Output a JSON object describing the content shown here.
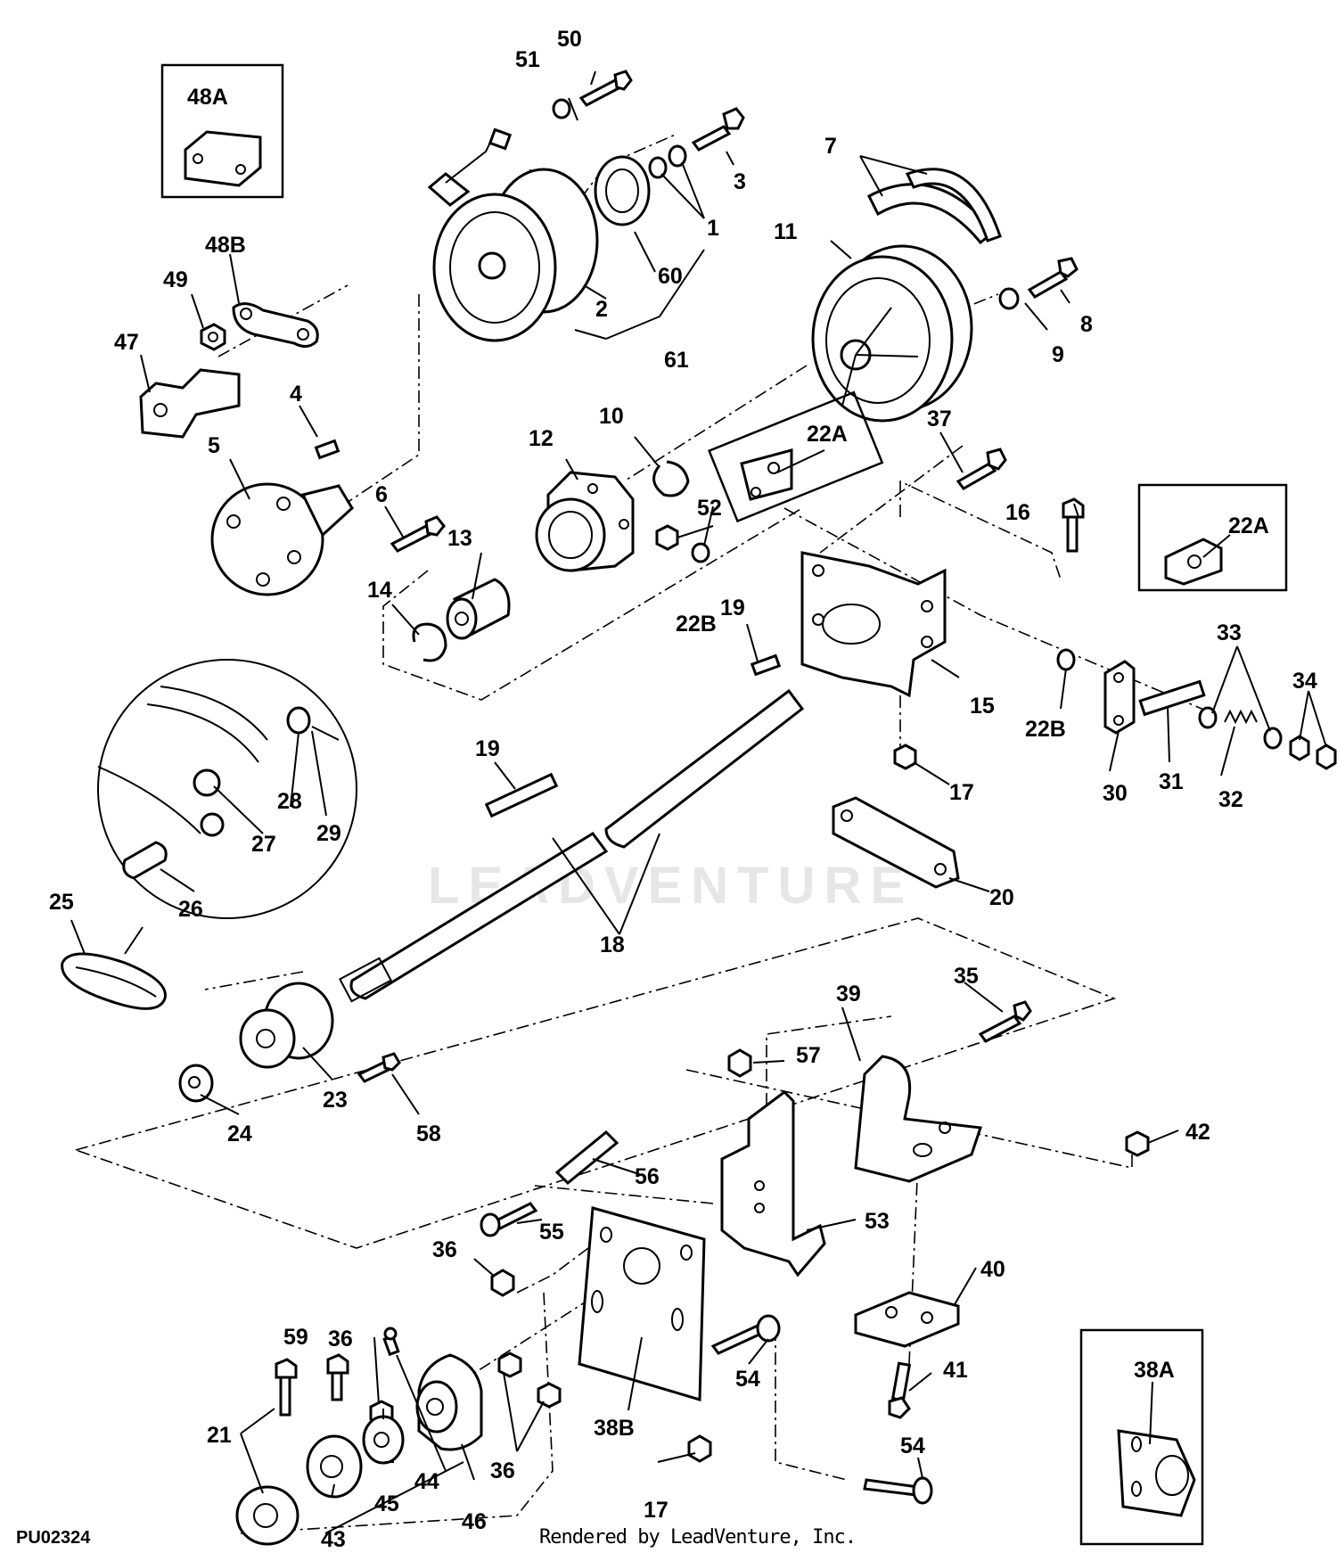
{
  "diagram_code": "PU02324",
  "credit": "Rendered by LeadVenture, Inc.",
  "watermark": "LEADVENTURE",
  "labels": [
    "1",
    "2",
    "3",
    "4",
    "5",
    "6",
    "7",
    "8",
    "9",
    "10",
    "11",
    "12",
    "13",
    "14",
    "15",
    "16",
    "17",
    "17",
    "18",
    "19",
    "19",
    "20",
    "21",
    "22A",
    "22A",
    "22B",
    "22B",
    "23",
    "24",
    "25",
    "26",
    "27",
    "28",
    "29",
    "30",
    "31",
    "32",
    "33",
    "34",
    "35",
    "36",
    "36",
    "36",
    "36",
    "37",
    "38A",
    "38B",
    "39",
    "40",
    "41",
    "42",
    "43",
    "44",
    "45",
    "46",
    "47",
    "48A",
    "48B",
    "49",
    "50",
    "51",
    "52",
    "53",
    "54",
    "54",
    "55",
    "56",
    "57",
    "58",
    "59",
    "60",
    "61"
  ]
}
